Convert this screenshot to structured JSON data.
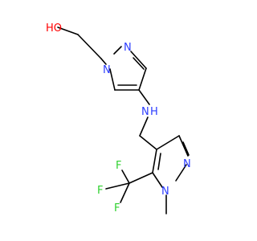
{
  "molecule": {
    "colors": {
      "carbon": "#000000",
      "nitrogen": "#2b3cff",
      "oxygen": "#ff0000",
      "fluorine": "#2fd12f"
    },
    "labels": {
      "hydroxyl": "HO",
      "amine": "H",
      "n_atom": "N",
      "f_atom": "F"
    }
  }
}
